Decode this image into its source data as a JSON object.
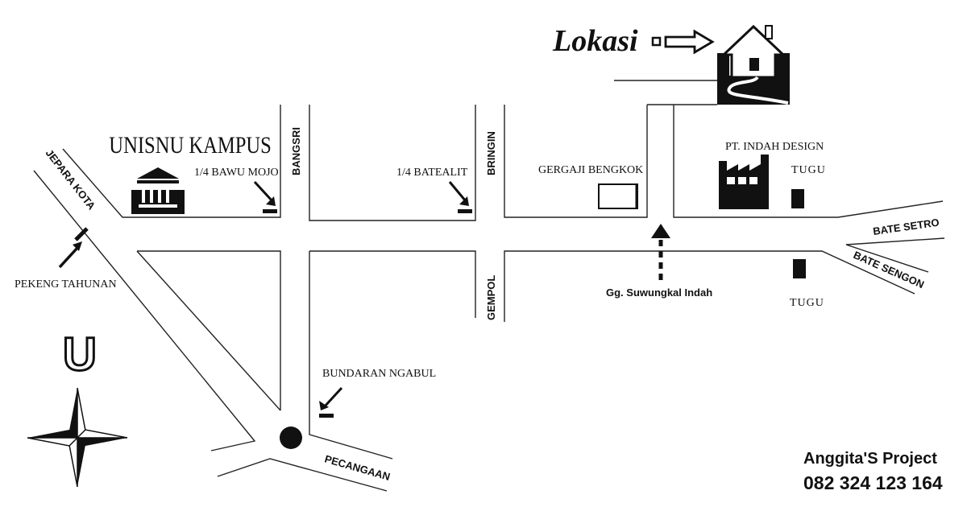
{
  "header": {
    "lokasi_label": "Lokasi"
  },
  "landmarks": {
    "campus": "UNISNU KAMPUS",
    "factory": "PT. INDAH DESIGN",
    "sawmill": "GERGAJI BENGKOK",
    "monument_top": "TUGU",
    "monument_bottom": "TUGU",
    "roundabout": "BUNDARAN NGABUL"
  },
  "pointers": {
    "bawu_mojo": "1/4 BAWU MOJO",
    "batealit": "1/4 BATEALIT",
    "pekeng": "PEKENG TAHUNAN"
  },
  "streets": {
    "jepara_kota": "JEPARA KOTA",
    "bangsri": "BANGSRI",
    "bringin": "BRINGIN",
    "gempol": "GEMPOL",
    "gang": "Gg. Suwungkal Indah",
    "bate_setro": "BATE SETRO",
    "bate_sengon": "BATE SENGON",
    "pecangaan": "PECANGAAN"
  },
  "compass": {
    "north_symbol": "U"
  },
  "footer": {
    "project": "Anggita'S Project",
    "phone": "082 324 123 164"
  },
  "colors": {
    "ink": "#111111",
    "background": "#ffffff"
  }
}
